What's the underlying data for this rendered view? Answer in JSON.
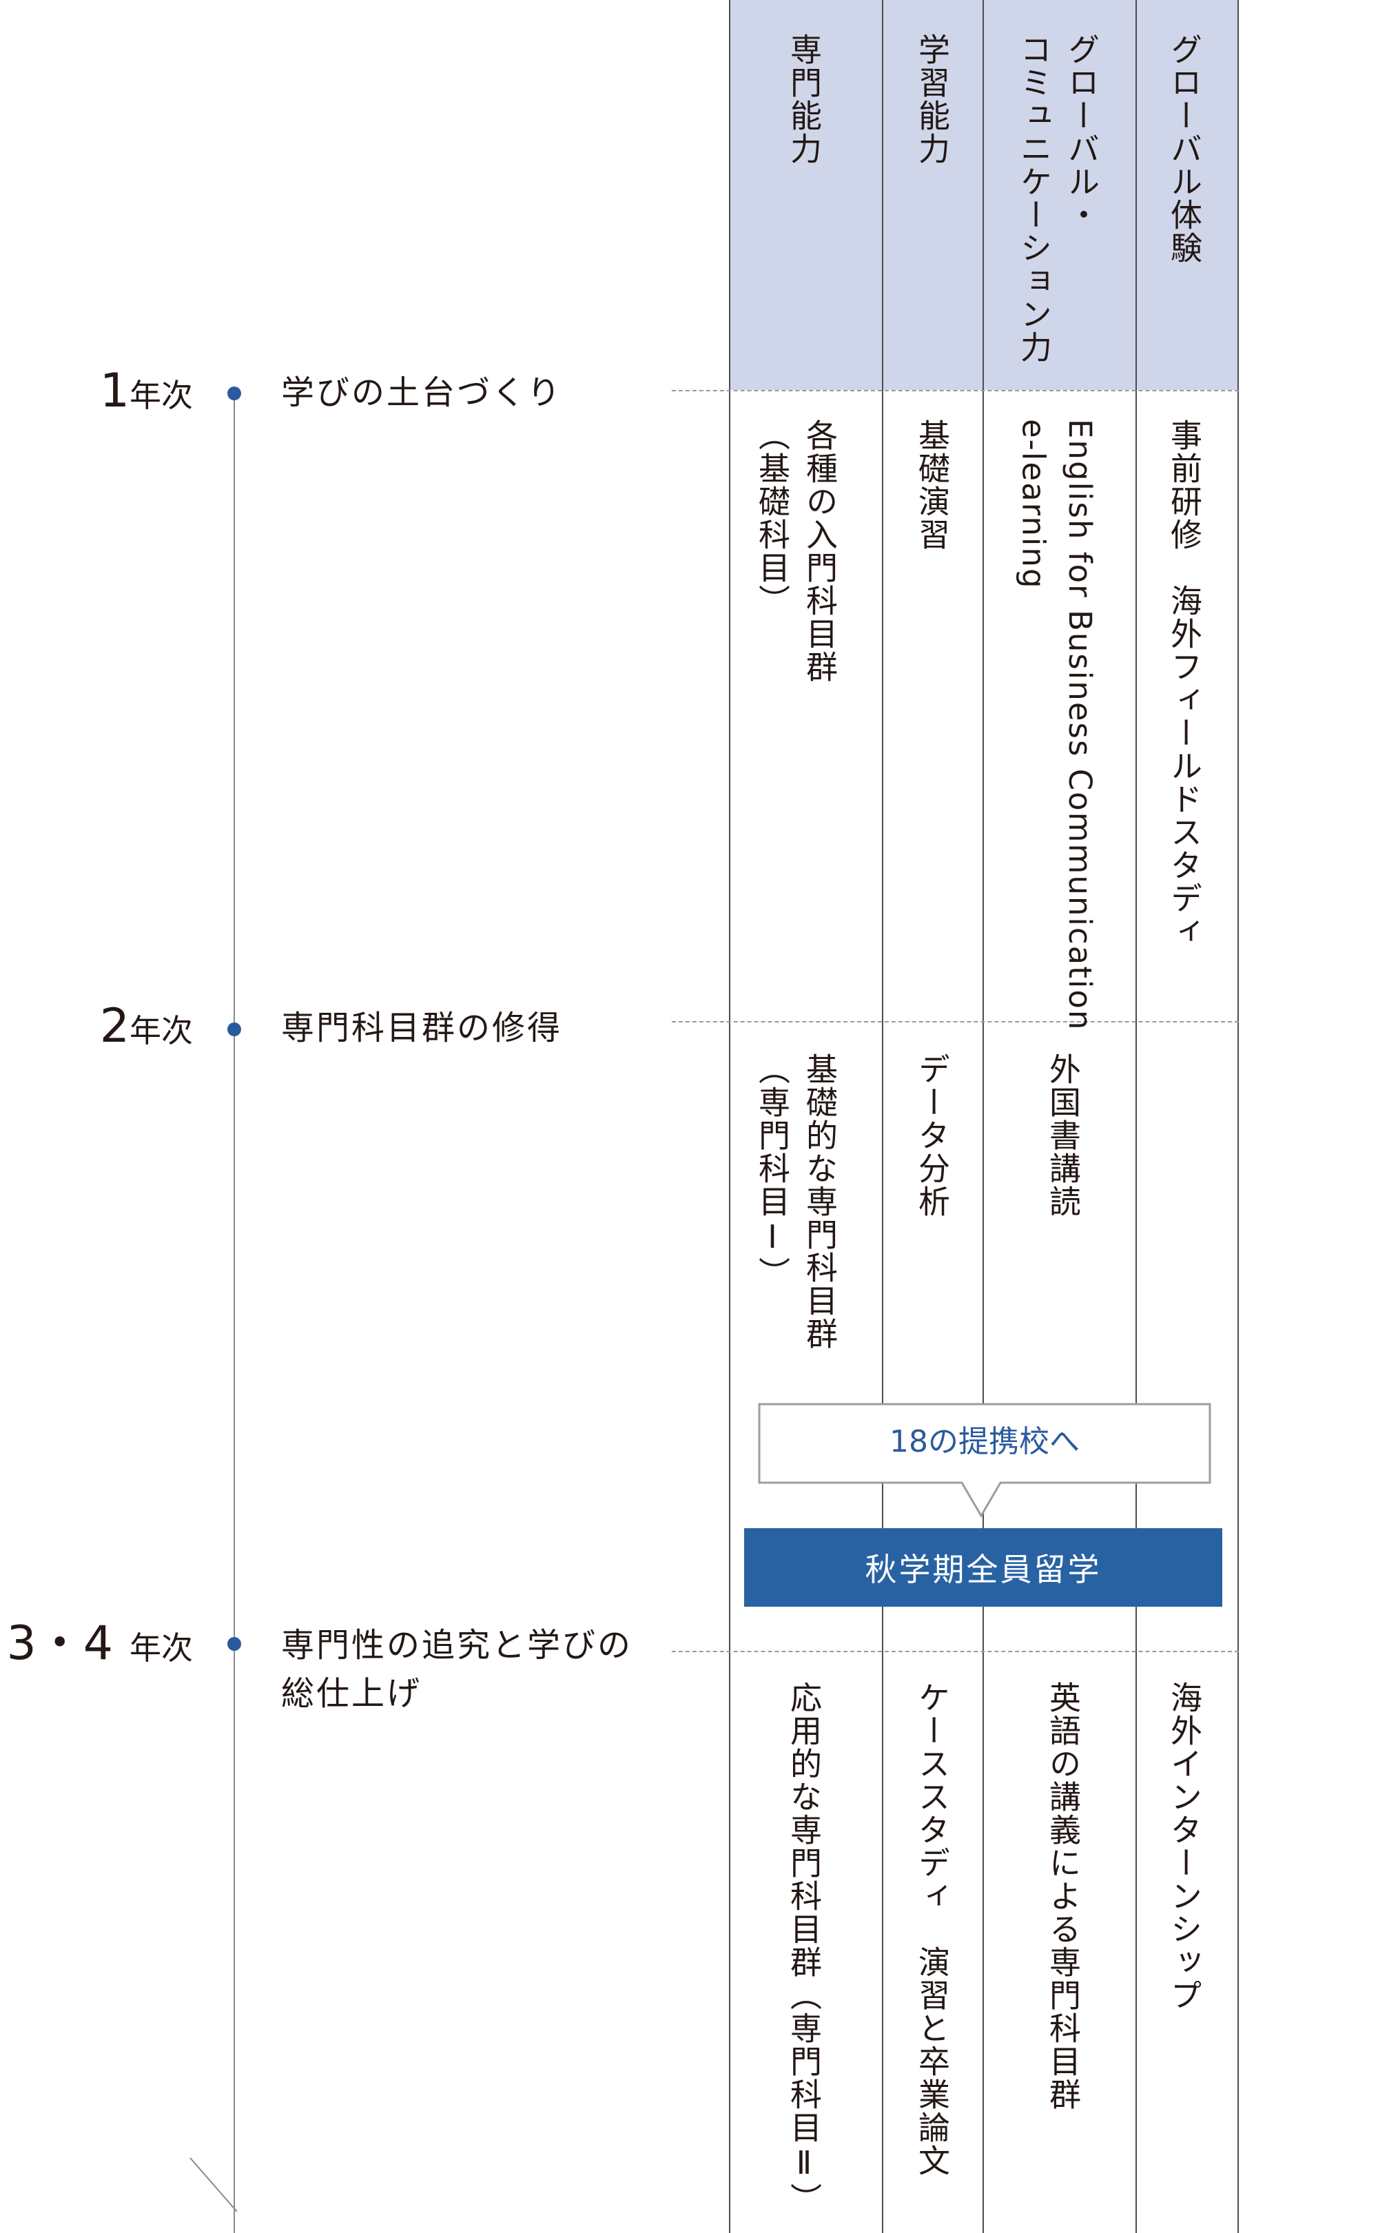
{
  "headers": {
    "col1": "専門能力",
    "col2": "学習能力",
    "col3": "グローバル・\nコミュニケーション力",
    "col4": "グローバル体験"
  },
  "timeline": {
    "year1": {
      "num": "1",
      "unit": "年次",
      "title": "学びの土台づくり"
    },
    "year2": {
      "num": "2",
      "unit": "年次",
      "title": "専門科目群の修得"
    },
    "year34": {
      "num": "3・4",
      "unit": "年次",
      "title": "専門性の追究と学びの\n総仕上げ"
    }
  },
  "year1": {
    "col1": "各種の入門科目群\n（基礎科目）",
    "col2": "基礎演習",
    "col3": "English for Business Communication\ne-learning",
    "col4": "事前研修　海外フィールドスタディ"
  },
  "year2": {
    "col1": "基礎的な専門科目群\n（専門科目Ⅰ）",
    "col2": "データ分析",
    "col3": "外国書講読"
  },
  "callout": {
    "text": "18の提携校へ"
  },
  "banner": {
    "text": "秋学期全員留学"
  },
  "year34": {
    "col1": "応用的な専門科目群（専門科目Ⅱ）",
    "col2": "ケーススタディ　演習と卒業論文",
    "col3": "英語の講義による専門科目群",
    "col4": "海外インターンシップ"
  },
  "colors": {
    "header_bg": "#d0d6e9",
    "accent": "#2a5a9e",
    "banner_bg": "#2862a3",
    "line": "#4d4d4d"
  }
}
